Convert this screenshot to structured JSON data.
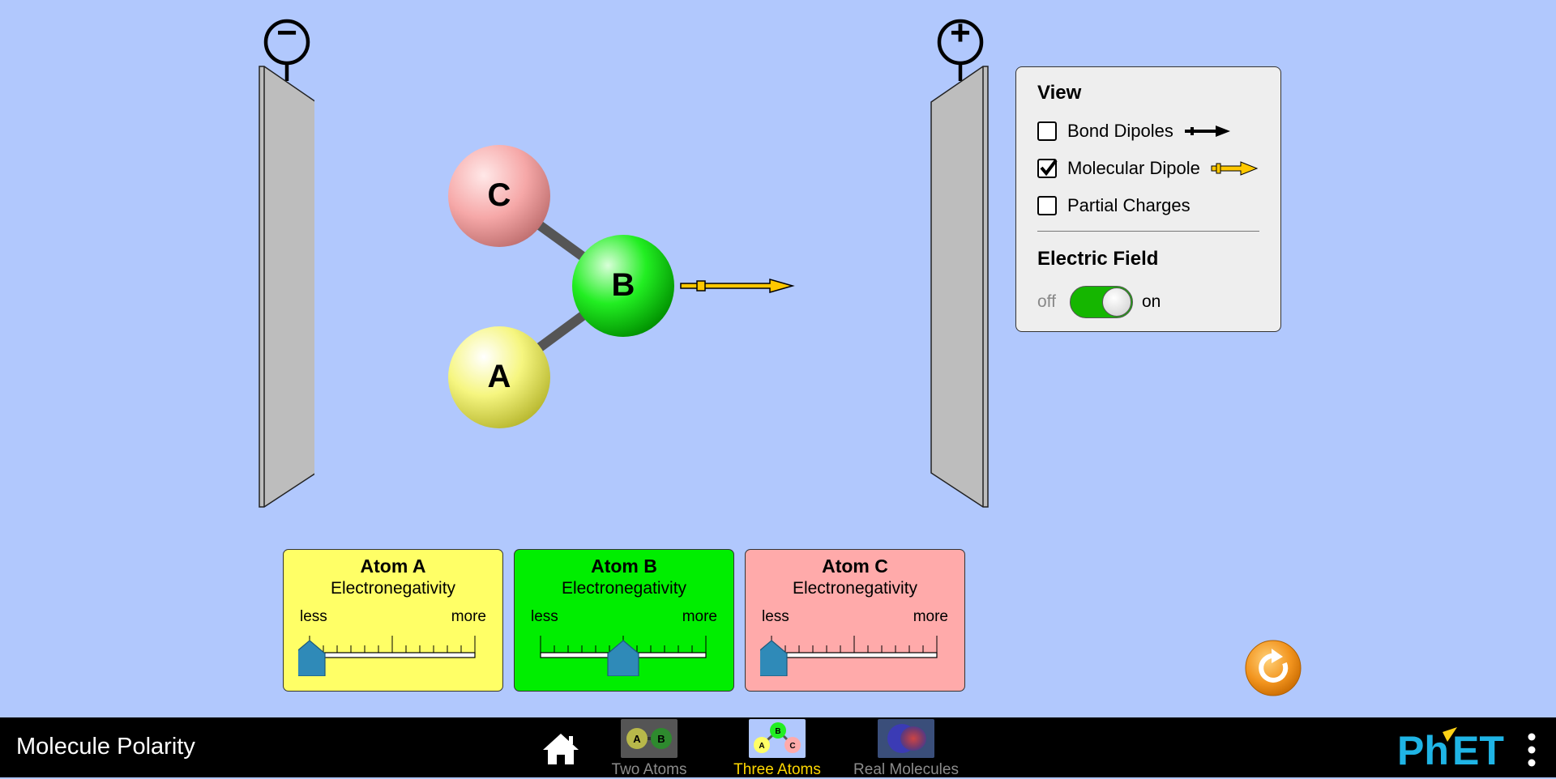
{
  "plates": {
    "left_sign": "−",
    "right_sign": "+"
  },
  "molecule": {
    "atoms": [
      {
        "id": "C",
        "label": "C",
        "color": "#f9a9a9"
      },
      {
        "id": "B",
        "label": "B",
        "color": "#00ee00"
      },
      {
        "id": "A",
        "label": "A",
        "color": "#ffff5a"
      }
    ],
    "dipole_color": "#ffc800"
  },
  "view_panel": {
    "title": "View",
    "bond_dipoles": {
      "label": "Bond Dipoles",
      "checked": false
    },
    "molecular_dipole": {
      "label": "Molecular Dipole",
      "checked": true
    },
    "partial_charges": {
      "label": "Partial Charges",
      "checked": false
    },
    "electric_field_title": "Electric Field",
    "off_label": "off",
    "on_label": "on",
    "electric_field_on": true
  },
  "electronegativity": [
    {
      "title": "Atom A",
      "subtitle": "Electronegativity",
      "less": "less",
      "more": "more",
      "color": "#ffff66",
      "value": 0.0
    },
    {
      "title": "Atom B",
      "subtitle": "Electronegativity",
      "less": "less",
      "more": "more",
      "color": "#00ee00",
      "value": 0.5
    },
    {
      "title": "Atom C",
      "subtitle": "Electronegativity",
      "less": "less",
      "more": "more",
      "color": "#ffaaaa",
      "value": 0.0
    }
  ],
  "navbar": {
    "app_title": "Molecule Polarity",
    "screens": [
      {
        "label": "Two Atoms",
        "active": false
      },
      {
        "label": "Three Atoms",
        "active": true
      },
      {
        "label": "Real Molecules",
        "active": false
      }
    ],
    "brand": "PhET"
  },
  "colors": {
    "background": "#b1c8fd",
    "slider_thumb": "#2f8ab8",
    "reset": "#f2941e",
    "phet_blue": "#1fb4e5",
    "phet_yellow": "#fcd116"
  }
}
